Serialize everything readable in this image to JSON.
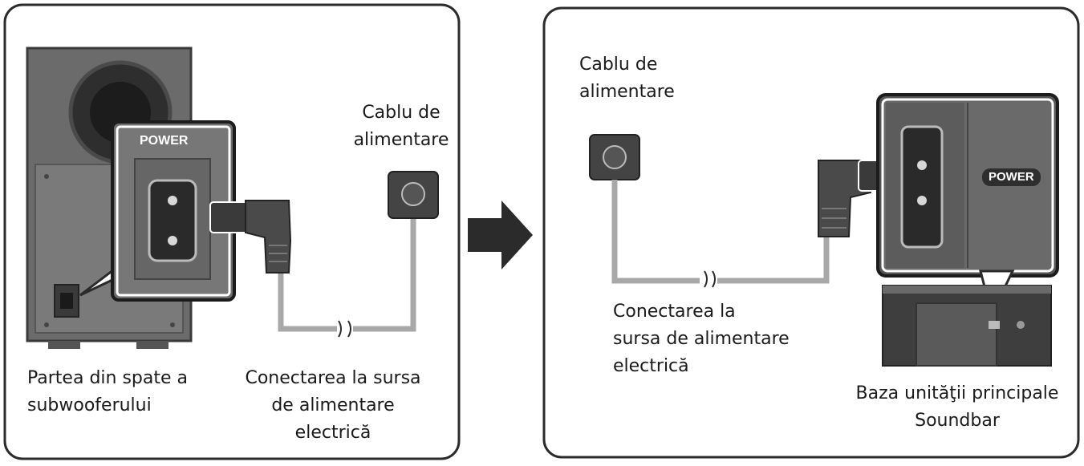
{
  "left_panel": {
    "power_label": "POWER",
    "back_label": "Partea din spate a\nsubwooferului",
    "cable_label": "Cablu de\nalimentare",
    "connect_label": "Conectarea la sursa\nde alimentare\nelectrică"
  },
  "right_panel": {
    "power_label": "POWER",
    "cable_label": "Cablu de\nalimentare",
    "connect_label": "Conectarea la\nsursa de alimentare\nelectrică",
    "base_label": "Baza unităţii principale\nSoundbar"
  },
  "colors": {
    "frame": "#2b2b2b",
    "device_dark": "#5a5a5a",
    "device_mid": "#8a8a8a",
    "cable": "#a0a0a0",
    "arrow": "#2b2b2b"
  }
}
